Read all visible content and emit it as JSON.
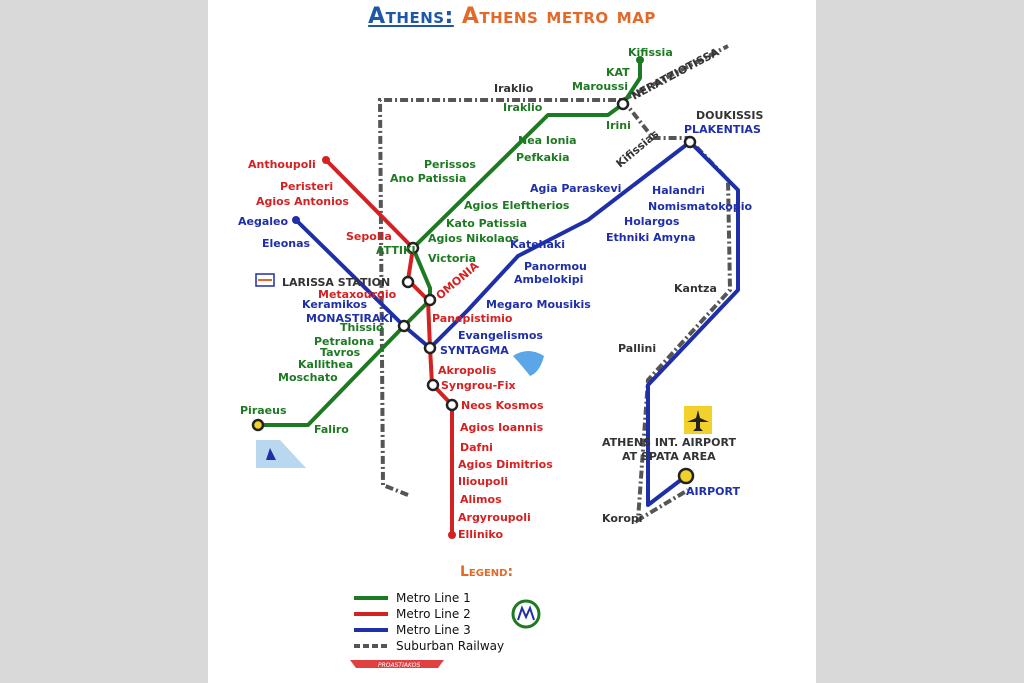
{
  "title": {
    "city": "Athens:",
    "text": "Athens metro map"
  },
  "colors": {
    "line1": "#1e7a22",
    "line2": "#d42222",
    "line3": "#1e2fa8",
    "railway": "#555555",
    "accent": "#e3692a"
  },
  "stations": {
    "kifissia": "Kifissia",
    "kat": "KAT",
    "maroussi": "Maroussi",
    "iraklio_rail": "Iraklio",
    "iraklio": "Iraklio",
    "neratziotissa": "NERATZIOTISSA",
    "irini": "Irini",
    "kifissias": "Kifissias",
    "nea_ionia": "Nea Ionia",
    "pefkakia": "Pefkakia",
    "perissos": "Perissos",
    "ano_patissia": "Ano Patissia",
    "agios_eleftherios": "Agios Eleftherios",
    "kato_patissia": "Kato Patissia",
    "agios_nikolaos": "Agios Nikolaos",
    "victoria": "Victoria",
    "attiki": "ATTIKI",
    "sepolia": "Sepolia",
    "omonia": "OMONIA",
    "anthoupoli": "Anthoupoli",
    "peristeri": "Peristeri",
    "agios_antonios": "Agios Antonios",
    "aegaleo": "Aegaleo",
    "eleonas": "Eleonas",
    "larissa": "LARISSA STATION",
    "metaxourgio": "Metaxourgio",
    "keramikos": "Keramikos",
    "monastiraki": "MONASTIRAKI",
    "thissio": "Thissio",
    "petralona": "Petralona",
    "tavros": "Tavros",
    "kallithea": "Kallithea",
    "moschato": "Moschato",
    "piraeus": "Piraeus",
    "faliro": "Faliro",
    "panepistimio": "Panepistimio",
    "syntagma": "SYNTAGMA",
    "evangelismos": "Evangelismos",
    "megaro_mousikis": "Megaro Mousikis",
    "panormou": "Panormou",
    "ambelokipi": "Ambelokipi",
    "katehaki": "Katehaki",
    "ethniki_amyna": "Ethniki Amyna",
    "holargos": "Holargos",
    "nomismatokopio": "Nomismatokopio",
    "halandri": "Halandri",
    "agia_paraskevi": "Agia Paraskevi",
    "doukissis": "DOUKISSIS",
    "plakentias": "PLAKENTIAS",
    "kantza": "Kantza",
    "pallini": "Pallini",
    "airport_area1": "ATHENS INT. AIRPORT",
    "airport_area2": "AT SPATA AREA",
    "airport": "AIRPORT",
    "koropi": "Koropi",
    "akropolis": "Akropolis",
    "syngrou_fix": "Syngrou-Fix",
    "neos_kosmos": "Neos Kosmos",
    "agios_ioannis": "Agios Ioannis",
    "dafni": "Dafni",
    "agios_dimitrios": "Agios Dimitrios",
    "ilioupoli": "Ilioupoli",
    "alimos": "Alimos",
    "argyroupoli": "Argyroupoli",
    "elliniko": "Elliniko"
  },
  "legend": {
    "title": "Legend:",
    "items": [
      {
        "label": "Metro Line 1",
        "color": "#1e7a22"
      },
      {
        "label": "Metro Line 2",
        "color": "#d42222"
      },
      {
        "label": "Metro Line 3",
        "color": "#1e2fa8"
      },
      {
        "label": "Suburban Railway",
        "color": "#555555"
      }
    ],
    "proastiakos": "PROASTIAKOS"
  }
}
